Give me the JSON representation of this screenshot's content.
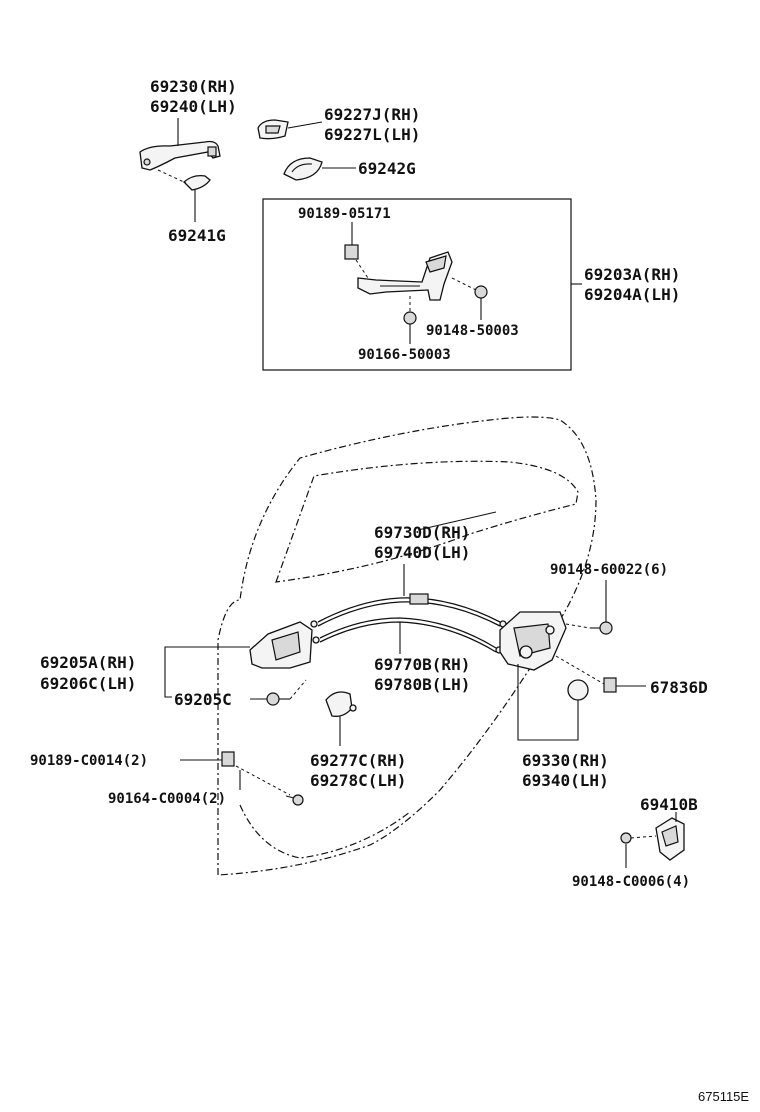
{
  "labels": {
    "l69230": "69230(RH)",
    "l69240": "69240(LH)",
    "l69227J": "69227J(RH)",
    "l69227L": "69227L(LH)",
    "l69242G": "69242G",
    "l69241G": "69241G",
    "l90189_05171": "90189-05171",
    "l69203A": "69203A(RH)",
    "l69204A": "69204A(LH)",
    "l90148_50003": "90148-50003",
    "l90166_50003": "90166-50003",
    "l69730D": "69730D(RH)",
    "l69740D": "69740D(LH)",
    "l90148_60022": "90148-60022(6)",
    "l69205A": "69205A(RH)",
    "l69206C": "69206C(LH)",
    "l69205C": "69205C",
    "l69770B": "69770B(RH)",
    "l69780B": "69780B(LH)",
    "l67836D": "67836D",
    "l90189_C0014": "90189-C0014(2)",
    "l69277C": "69277C(RH)",
    "l69278C": "69278C(LH)",
    "l69330": "69330(RH)",
    "l69340": "69340(LH)",
    "l69410B": "69410B",
    "l90164_C0004": "90164-C0004(2)",
    "l90148_C0006": "90148-C0006(4)"
  },
  "figure_number": "675115E"
}
